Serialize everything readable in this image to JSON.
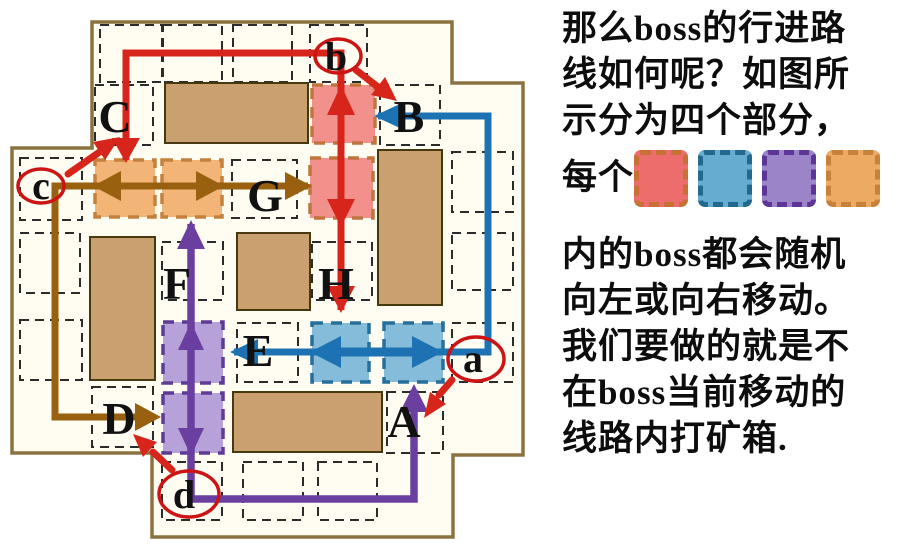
{
  "map": {
    "waypoints": {
      "A": "A",
      "B": "B",
      "C": "C",
      "D": "D",
      "E": "E",
      "F": "F",
      "G": "G",
      "H": "H"
    },
    "markers": {
      "a": "a",
      "b": "b",
      "c": "c",
      "d": "d"
    },
    "zones": {
      "pink": {
        "fill": "#f2908c",
        "border": "#c0743f"
      },
      "blue": {
        "fill": "#85bcd9",
        "border": "#266f9b"
      },
      "purple": {
        "fill": "#b6a2d9",
        "border": "#5e3b95"
      },
      "orange": {
        "fill": "#f2b577",
        "border": "#c5813c"
      }
    },
    "paths": {
      "red": "#d8251c",
      "blue": "#1d72b4",
      "purple": "#6b3fa0",
      "brown": "#99600f",
      "marker_ring": "#cc1414"
    }
  },
  "panel": {
    "para1_lines": [
      "那么boss的行进路",
      "线如何呢？如图所",
      "示分为四个部分，",
      "每个"
    ],
    "legend": [
      {
        "name": "red-zone",
        "fill": "#ed6d6d",
        "border": "#c87137"
      },
      {
        "name": "blue-zone",
        "fill": "#66abd0",
        "border": "#22688f"
      },
      {
        "name": "purple-zone",
        "fill": "#9c84c9",
        "border": "#5c3596"
      },
      {
        "name": "orange-zone",
        "fill": "#edaa62",
        "border": "#c8813a"
      }
    ],
    "para2_lines": [
      "内的boss都会随机",
      "向左或向右移动。",
      "我们要做的就是不",
      "在boss当前移动的",
      "线路内打矿箱."
    ]
  }
}
